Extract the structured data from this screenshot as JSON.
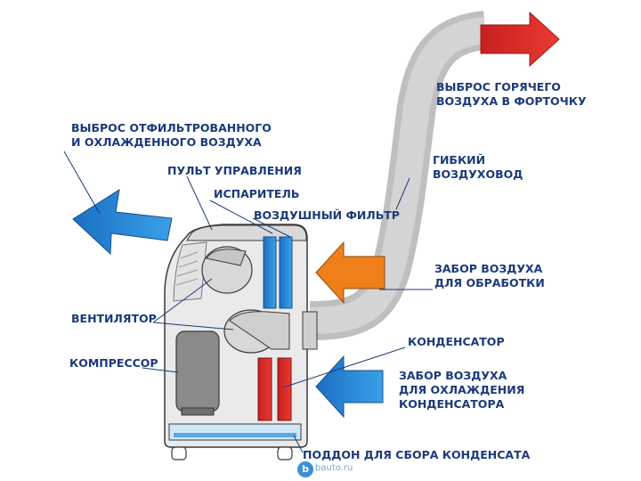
{
  "labels": {
    "hot_air_out": [
      "ВЫБРОС ГОРЯЧЕГО",
      "ВОЗДУХА В ФОРТОЧКУ"
    ],
    "filtered_air_out": [
      "ВЫБРОС ОТФИЛЬТРОВАННОГО",
      "И ОХЛАЖДЕННОГО ВОЗДУХА"
    ],
    "control_panel": [
      "ПУЛЬТ УПРАВЛЕНИЯ"
    ],
    "evaporator": [
      "ИСПАРИТЕЛЬ"
    ],
    "air_filter": [
      "ВОЗДУШНЫЙ ФИЛЬТР"
    ],
    "flexible_duct": [
      "ГИБКИЙ",
      "ВОЗДУХОВОД"
    ],
    "air_intake_processing": [
      "ЗАБОР ВОЗДУХА",
      "ДЛЯ ОБРАБОТКИ"
    ],
    "fan": [
      "ВЕНТИЛЯТОР"
    ],
    "condenser": [
      "КОНДЕНСАТОР"
    ],
    "compressor": [
      "КОМПРЕССОР"
    ],
    "air_intake_condenser": [
      "ЗАБОР ВОЗДУХА",
      "ДЛЯ ОХЛАЖДЕНИЯ",
      "КОНДЕНСАТОРА"
    ],
    "drip_tray": [
      "ПОДДОН ДЛЯ СБОРА КОНДЕНСАТА"
    ]
  },
  "watermark": {
    "logo_letter": "b",
    "text": "bauto.ru"
  },
  "colors": {
    "label_text": "#1c3a7a",
    "hot_arrow": "#e0302a",
    "cold_arrow": "#1e86d6",
    "intake_arrow": "#ef7f1a",
    "evaporator": "#2f8fd8",
    "condenser": "#d83434",
    "duct": "#c9c9c9",
    "unit_body": "#ececec",
    "compressor": "#8a8a8a"
  }
}
